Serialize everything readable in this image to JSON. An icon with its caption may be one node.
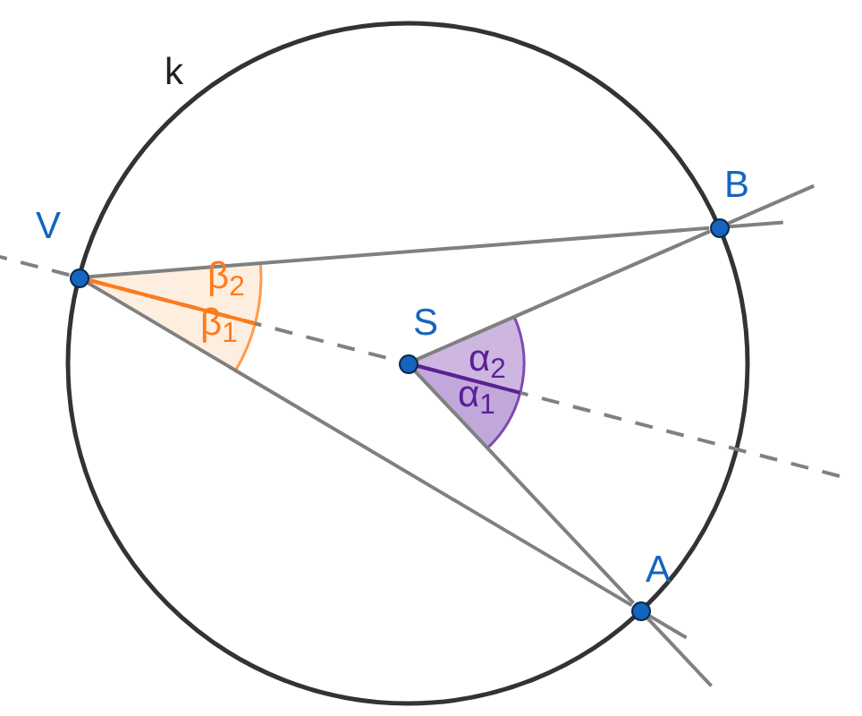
{
  "diagram": {
    "nodes": [
      {
        "text": [],
        "shape": "circle",
        "beside": [
          "V"
        ]
      },
      {
        "text": [],
        "shape": "circle",
        "beside": [
          "B"
        ]
      },
      {
        "text": [],
        "shape": "circle",
        "beside": [
          "A"
        ]
      },
      {
        "text": [],
        "shape": "circle",
        "beside": [
          "S"
        ]
      }
    ],
    "edges": [
      {
        "from": 0,
        "to": 1,
        "arrow": "none"
      },
      {
        "from": 0,
        "to": 2,
        "arrow": "none"
      },
      {
        "from": 3,
        "to": 1,
        "arrow": "none"
      },
      {
        "from": 3,
        "to": 2,
        "arrow": "none"
      },
      {
        "from": 0,
        "to": 3,
        "arrow": "none",
        "style": "dashed"
      }
    ],
    "labels": [
      "k",
      "β$_{2}$",
      "β$_{1}$",
      "α$_{2}$",
      "α$_{1}$"
    ]
  }
}
